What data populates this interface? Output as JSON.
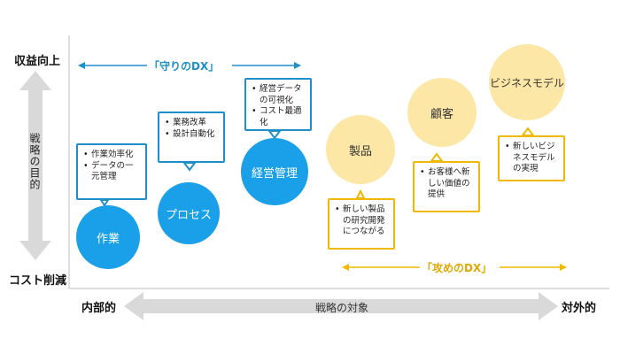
{
  "y_axis": {
    "top": "収益向上",
    "bottom": "コスト削減",
    "label": "戦略の目的"
  },
  "x_axis": {
    "left": "内部的",
    "right": "対外的",
    "label": "戦略の対象"
  },
  "groups": {
    "defensive": "「守りのDX」",
    "offensive": "「攻めのDX」"
  },
  "circles": {
    "work": "作業",
    "process": "プロセス",
    "management": "経営管理",
    "product": "製品",
    "customer": "顧客",
    "business_model": "ビジネスモデル"
  },
  "boxes": {
    "work": [
      "作業効率化",
      "データの一元管理"
    ],
    "process": [
      "業務改革",
      "設計自動化"
    ],
    "management": [
      "経営データの可視化",
      "コスト最適化"
    ],
    "product": [
      "新しい製品の研究開発につながる"
    ],
    "customer": [
      "お客様へ新しい価値の提供"
    ],
    "business_model": [
      "新しいビジネスモデルの実現"
    ]
  },
  "colors": {
    "blue": "#1aa0e8",
    "blue_border": "#1e8fc8",
    "yellow": "#fde7a6",
    "yellow_border": "#f0b800",
    "gray_arrow": "#d9d9d9"
  }
}
